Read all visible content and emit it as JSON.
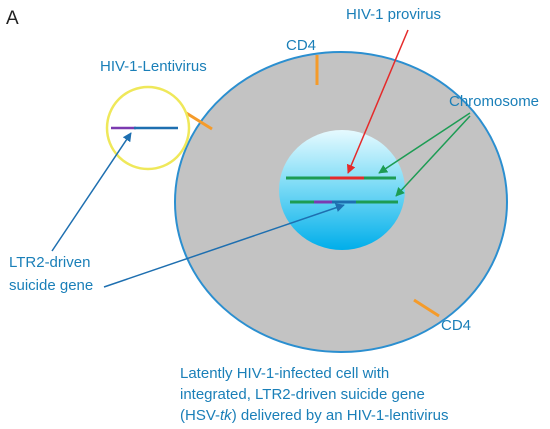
{
  "panel_label": "A",
  "labels": {
    "hiv_provirus": "HIV-1 provirus",
    "cd4_top": "CD4",
    "cd4_bottom": "CD4",
    "lentivirus": "HIV-1-Lentivirus",
    "chromosome": "Chromosome",
    "ltr2_line1": "LTR2-driven",
    "ltr2_line2": "suicide gene"
  },
  "caption": {
    "line1": "Latently HIV-1-infected cell with",
    "line2": "integrated, LTR2-driven suicide gene",
    "line3_prefix": "(HSV-",
    "line3_italic": "tk",
    "line3_suffix": ") delivered by an HIV-1-lentivirus"
  },
  "colors": {
    "cell_fill": "#c3c3c3",
    "cell_border": "#2b8fd0",
    "nucleus_top": "#e6faff",
    "nucleus_bottom": "#00aeea",
    "lentivirus_border": "#efe85a",
    "receptor": "#f59b2a",
    "provirus_arrow": "#e52a2a",
    "chromosome_arrow": "#1d9c54",
    "gene_arrow": "#1e6fb0",
    "suicide_gene": "#7b3ab0",
    "text": "#1a7fb8"
  }
}
